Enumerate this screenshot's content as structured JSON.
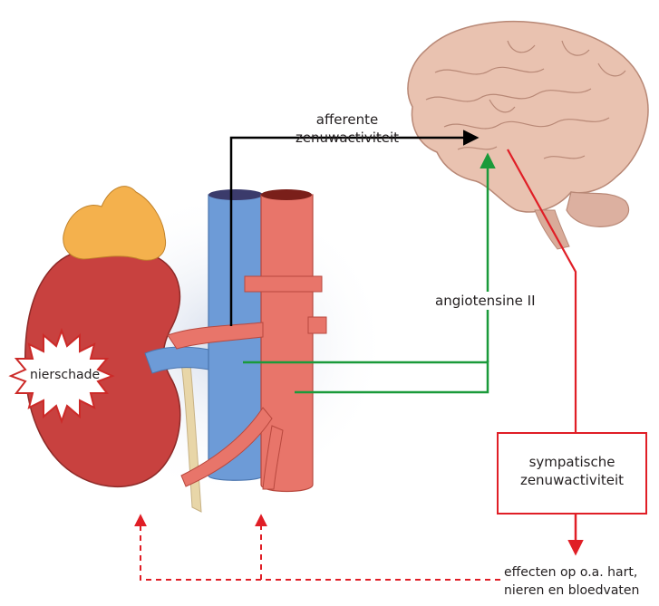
{
  "labels": {
    "afferent_line1": "afferente",
    "afferent_line2": "zenuwactiviteit",
    "angiotensin": "angiotensine II",
    "damage": "nierschade",
    "sympathetic_line1": "sympatische",
    "sympathetic_line2": "zenuwactiviteit",
    "effects_line1": "effecten op o.a. hart,",
    "effects_line2": "nieren en bloedvaten"
  },
  "colors": {
    "black_arrow": "#000000",
    "green_arrow": "#1a9a3a",
    "red_arrow": "#e01e26",
    "kidney": "#c8413f",
    "adrenal": "#f4b14d",
    "vein": "#6d9bd7",
    "artery": "#e8756a",
    "ureter": "#e8d6a8",
    "brain": "#e9c2b0"
  },
  "icons": [
    "brain-illustration",
    "kidney-illustration",
    "damage-starburst-icon"
  ]
}
